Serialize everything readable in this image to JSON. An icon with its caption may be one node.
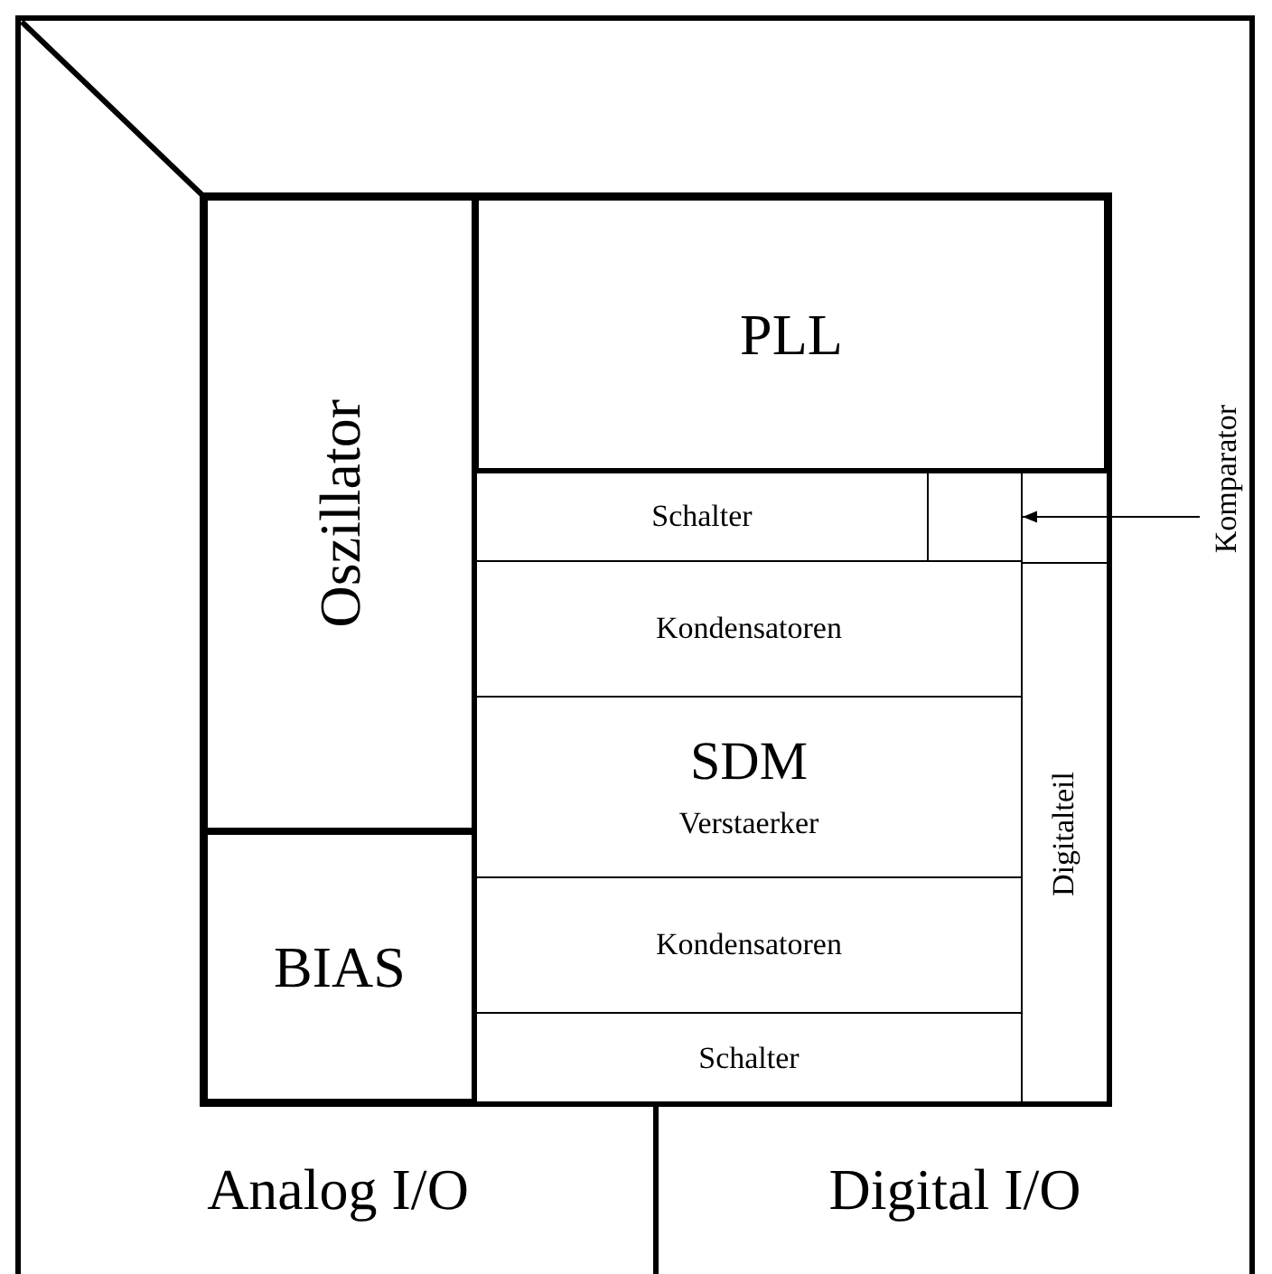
{
  "diagram": {
    "nodes": [
      {
        "text": [
          "Oszillator"
        ]
      },
      {
        "text": [
          "PLL"
        ]
      },
      {
        "text": [
          "Schalter"
        ]
      },
      {
        "text": [],
        "shape": "box"
      },
      {
        "text": [
          "Komparator"
        ]
      },
      {
        "text": [
          "Kondensatoren"
        ]
      },
      {
        "text": [
          "SDM",
          "Verstaerker"
        ]
      },
      {
        "text": [
          "Digitalteil"
        ]
      },
      {
        "text": [
          "BIAS"
        ]
      },
      {
        "text": [
          "Kondensatoren"
        ]
      },
      {
        "text": [
          "Schalter"
        ]
      },
      {
        "text": [
          "Analog I/O"
        ]
      },
      {
        "text": [
          "Digital I/O"
        ]
      }
    ],
    "edges": [
      {
        "from": 4,
        "to": 3,
        "arrow": "to"
      }
    ]
  }
}
